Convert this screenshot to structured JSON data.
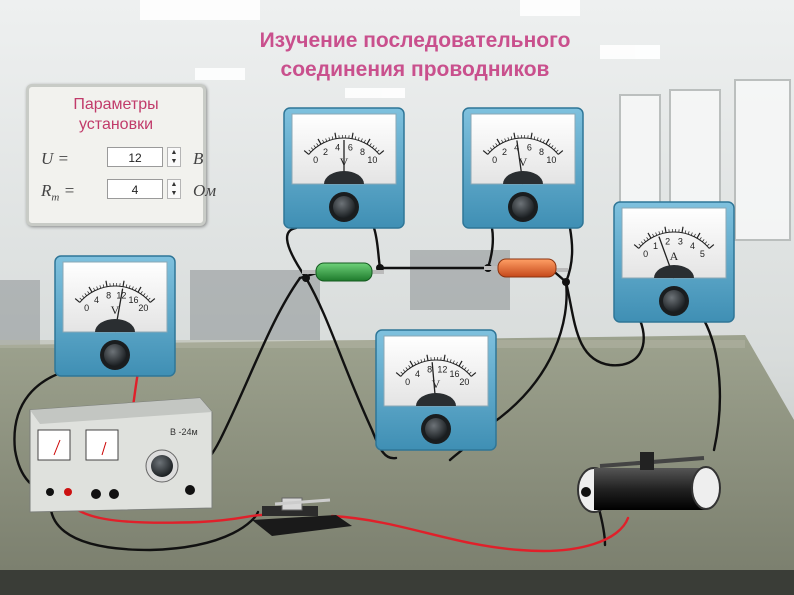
{
  "title": {
    "line1": "Изучение последовательного",
    "line2": "соединения проводников"
  },
  "params": {
    "heading_line1": "Параметры",
    "heading_line2": "установки",
    "voltage": {
      "label": "U =",
      "value": "12",
      "unit": "В"
    },
    "resistance": {
      "label": "R",
      "label_sub": "т",
      "label_eq": "=",
      "value": "4",
      "unit": "Ом"
    }
  },
  "meters": {
    "source_voltmeter": {
      "letter": "V",
      "ticks": [
        "0",
        "4",
        "8",
        "12",
        "16",
        "20"
      ],
      "reading": 12,
      "max": 20
    },
    "voltmeter_left": {
      "letter": "V",
      "ticks": [
        "0",
        "2",
        "4",
        "6",
        "8",
        "10"
      ],
      "reading": 5,
      "max": 10
    },
    "voltmeter_right": {
      "letter": "V",
      "ticks": [
        "0",
        "2",
        "4",
        "6",
        "8",
        "10"
      ],
      "reading": 4.2,
      "max": 10
    },
    "ammeter": {
      "letter": "A",
      "ticks": [
        "0",
        "1",
        "2",
        "3",
        "4",
        "5"
      ],
      "reading": 1.5,
      "max": 5
    },
    "voltmeter_bottom": {
      "letter": "V",
      "ticks": [
        "0",
        "4",
        "8",
        "12",
        "16",
        "20"
      ],
      "reading": 9,
      "max": 20
    }
  },
  "power_supply": {
    "label": "В -24м"
  },
  "colors": {
    "title": "#c9508d",
    "params_title": "#c13b6a",
    "meter_case": "#5aa6c8",
    "resistor_green": "#2e9a3e",
    "resistor_orange": "#e0692a",
    "wire_red": "#e0202a",
    "wire_black": "#111111"
  }
}
